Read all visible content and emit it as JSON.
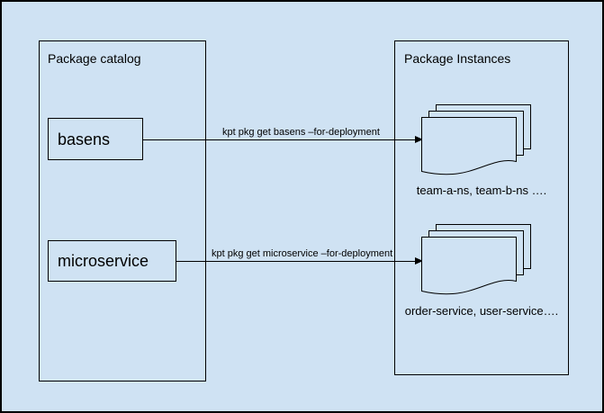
{
  "colors": {
    "background": "#cfe2f3",
    "line": "#000000",
    "text": "#000000"
  },
  "catalog": {
    "title": "Package catalog",
    "packages": [
      {
        "label": "basens"
      },
      {
        "label": "microservice"
      }
    ]
  },
  "instances": {
    "title": "Package Instances",
    "stacks": [
      {
        "icon": "document-stack-icon",
        "caption": "team-a-ns, team-b-ns …."
      },
      {
        "icon": "document-stack-icon",
        "caption": "order-service, user-service…."
      }
    ]
  },
  "commands": [
    {
      "label": "kpt pkg get basens –for-deployment"
    },
    {
      "label": "kpt pkg get microservice –for-deployment"
    }
  ]
}
